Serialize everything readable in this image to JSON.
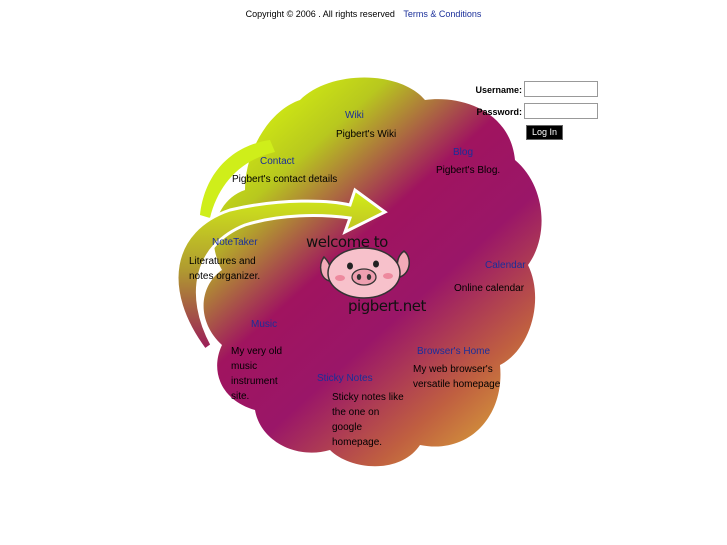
{
  "footer": {
    "copyright": "Copyright © 2006 . All rights reserved",
    "terms": "Terms & Conditions"
  },
  "login": {
    "username_label": "Username:",
    "password_label": "Password:",
    "username_value": "",
    "password_value": "",
    "button_label": "Log In"
  },
  "logo": {
    "top_text": "welcome to",
    "bottom_text": "pigbert.net"
  },
  "sections": {
    "wiki": {
      "title": "Wiki",
      "desc": "Pigbert's Wiki"
    },
    "contact": {
      "title": "Contact",
      "desc": "Pigbert's contact details"
    },
    "blog": {
      "title": "Blog",
      "desc": "Pigbert's Blog."
    },
    "notetaker": {
      "title": "NoteTaker",
      "desc_line1": "Literatures and",
      "desc_line2": "notes organizer."
    },
    "calendar": {
      "title": "Calendar",
      "desc": "Online calendar"
    },
    "music": {
      "title": "Music",
      "desc_line1": "My very old",
      "desc_line2": "music",
      "desc_line3": "instrument",
      "desc_line4": "site."
    },
    "browser": {
      "title": "Browser's Home",
      "desc_line1": "My web browser's",
      "desc_line2": "versatile homepage"
    },
    "sticky": {
      "title": "Sticky Notes",
      "desc_line1": "Sticky notes like",
      "desc_line2": "the one on",
      "desc_line3": "google",
      "desc_line4": "homepage."
    }
  },
  "colors": {
    "link": "#1a2f9a",
    "blob_lime": "#c8ef1a",
    "blob_magenta": "#a0145f",
    "blob_orange": "#d08a3a",
    "pig_pink": "#f4b6c0"
  }
}
